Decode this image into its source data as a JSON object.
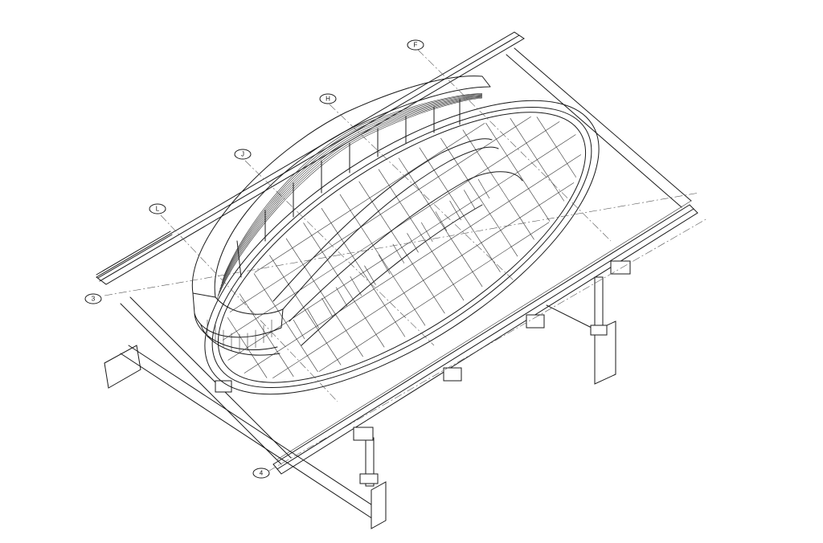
{
  "grid_bubbles": [
    {
      "id": "F",
      "label": "F"
    },
    {
      "id": "H",
      "label": "H"
    },
    {
      "id": "J",
      "label": "J"
    },
    {
      "id": "L",
      "label": "L"
    },
    {
      "id": "3",
      "label": "3"
    },
    {
      "id": "4",
      "label": "4"
    }
  ],
  "colors": {
    "line": "#1a1a1a",
    "background": "#ffffff"
  }
}
